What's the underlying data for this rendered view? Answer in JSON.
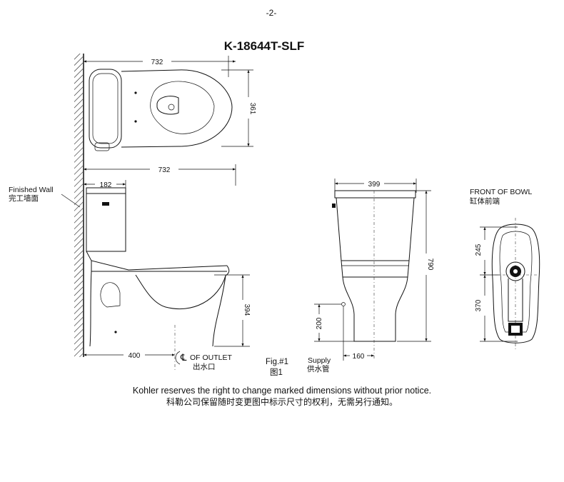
{
  "page": {
    "page_number": "-2-",
    "model_title": "K-18644T-SLF",
    "notice_en": "Kohler reserves the right to change marked dimensions without prior notice.",
    "notice_zh": "科勒公司保留随时变更图中标示尺寸的权利，无需另行通知。"
  },
  "top_view": {
    "dim_length": "732",
    "dim_depth": "361"
  },
  "side_view": {
    "dim_length": "732",
    "dim_tank": "182",
    "dim_outlet": "400",
    "dim_rim_height": "394",
    "wall_label_en": "Finished Wall",
    "wall_label_zh": "完工墙面",
    "outlet_symbol": "℄",
    "outlet_label_en": "OF OUTLET",
    "outlet_label_zh": "出水口",
    "fig_label_en": "Fig.#1",
    "fig_label_zh": "图1"
  },
  "front_view": {
    "dim_width": "399",
    "dim_height": "790",
    "dim_supply_height": "200",
    "dim_supply_offset": "160",
    "supply_label_en": "Supply",
    "supply_label_zh": "供水管"
  },
  "bowl_view": {
    "title_en": "FRONT OF BOWL",
    "title_zh": "缸体前端",
    "dim_upper": "245",
    "dim_lower": "370"
  }
}
